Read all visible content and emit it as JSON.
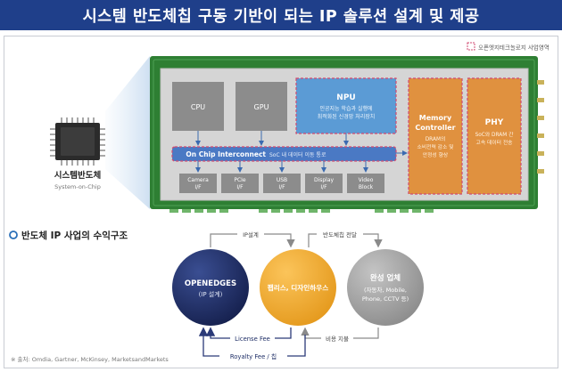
{
  "title": "시스템 반도체칩 구동 기반이 되는 IP 솔루션 설계 및 제공",
  "legend_label": "오픈엣지테크놀로지 사업영역",
  "soc": {
    "label_ko": "시스템반도체",
    "label_en": "System-on-Chip"
  },
  "blocks": {
    "cpu": "CPU",
    "gpu": "GPU",
    "npu": {
      "title": "NPU",
      "desc1": "인공지능 학습과 실행에",
      "desc2": "최적화된 신경망 처리장치"
    },
    "memory": {
      "title1": "Memory",
      "title2": "Controller",
      "desc1": "DRAM의",
      "desc2": "소비전력 감소 및",
      "desc3": "안정성 향상"
    },
    "phy": {
      "title": "PHY",
      "desc1": "SoC와 DRAM 간",
      "desc2": "고속 데이터 전송"
    },
    "interconnect": {
      "title": "On Chip Interconnect",
      "desc": "SoC 내 데이터 이동 통로"
    },
    "io": [
      {
        "l1": "Camera",
        "l2": "I/F"
      },
      {
        "l1": "PCIe",
        "l2": "I/F"
      },
      {
        "l1": "USB",
        "l2": "I/F"
      },
      {
        "l1": "Display",
        "l2": "I/F"
      },
      {
        "l1": "Video",
        "l2": "Block"
      }
    ]
  },
  "revenue": {
    "heading": "반도체 IP 사업의 수익구조",
    "circles": {
      "openedges": {
        "title": "OPENEDGES",
        "sub": "(IP 설계)"
      },
      "fabless": {
        "title": "팹리스, 디자인하우스"
      },
      "finished": {
        "title": "완성 업체",
        "sub1": "(자동차, Mobile,",
        "sub2": "Phone, CCTV 등)"
      }
    },
    "flows": {
      "ip_design": "IP설계",
      "chip_delivery": "반도체칩 전달",
      "license_fee": "License Fee",
      "royalty_fee": "Royalty Fee / 칩",
      "cost_payment": "비용 지불"
    }
  },
  "source": "※ 출처: Omdia, Gartner, McKinsey, MarketsandMarkets",
  "colors": {
    "title_bg": "#1f3f8a",
    "board": "#2e7f33",
    "npu": "#5b9bd5",
    "orange": "#e0913f",
    "gray_block": "#8c8c8c",
    "navy": "#1e2e66",
    "gold": "#f0a830",
    "silver": "#a6a6a6"
  }
}
